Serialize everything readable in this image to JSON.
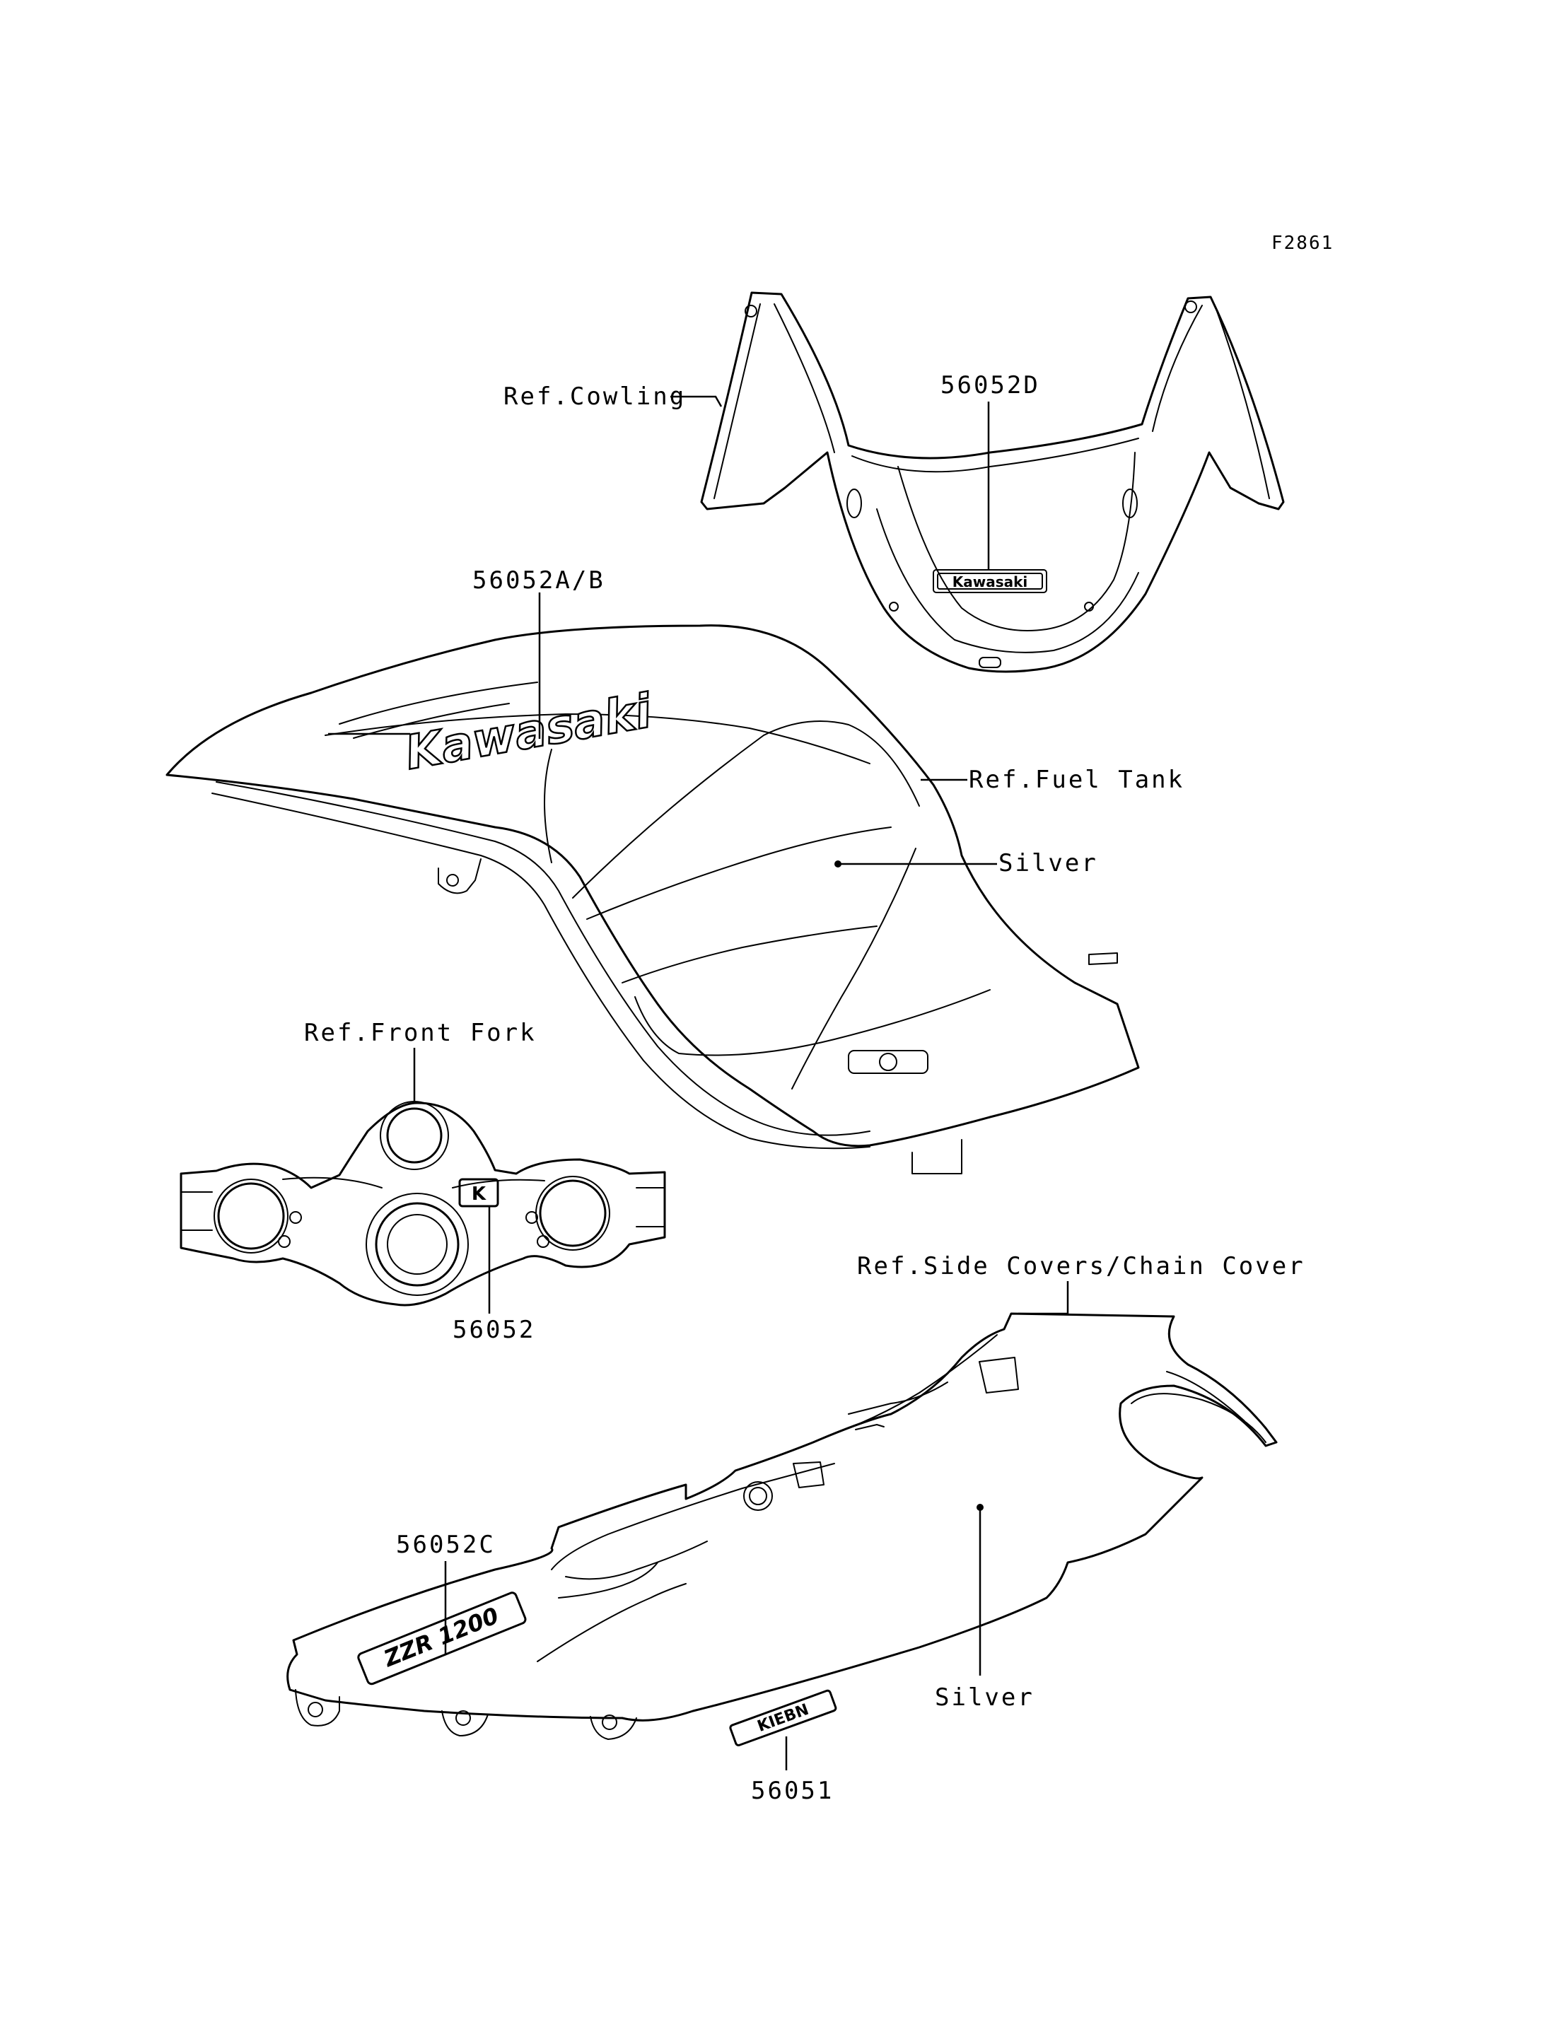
{
  "figure_code": "F2861",
  "labels": {
    "ref_cowling": "Ref.Cowling",
    "part_56052d": "56052D",
    "part_56052ab": "56052A/B",
    "ref_fuel_tank": "Ref.Fuel Tank",
    "silver_tank": "Silver",
    "ref_front_fork": "Ref.Front Fork",
    "part_56052": "56052",
    "ref_side_covers": "Ref.Side Covers/Chain Cover",
    "part_56052c": "56052C",
    "silver_side": "Silver",
    "part_56051": "56051"
  },
  "logos": {
    "tank_brand": "Kawasaki",
    "cowl_brand": "Kawasaki",
    "fork_badge": "K",
    "side_model": "ZZR 1200",
    "side_small": "KIEBN"
  }
}
